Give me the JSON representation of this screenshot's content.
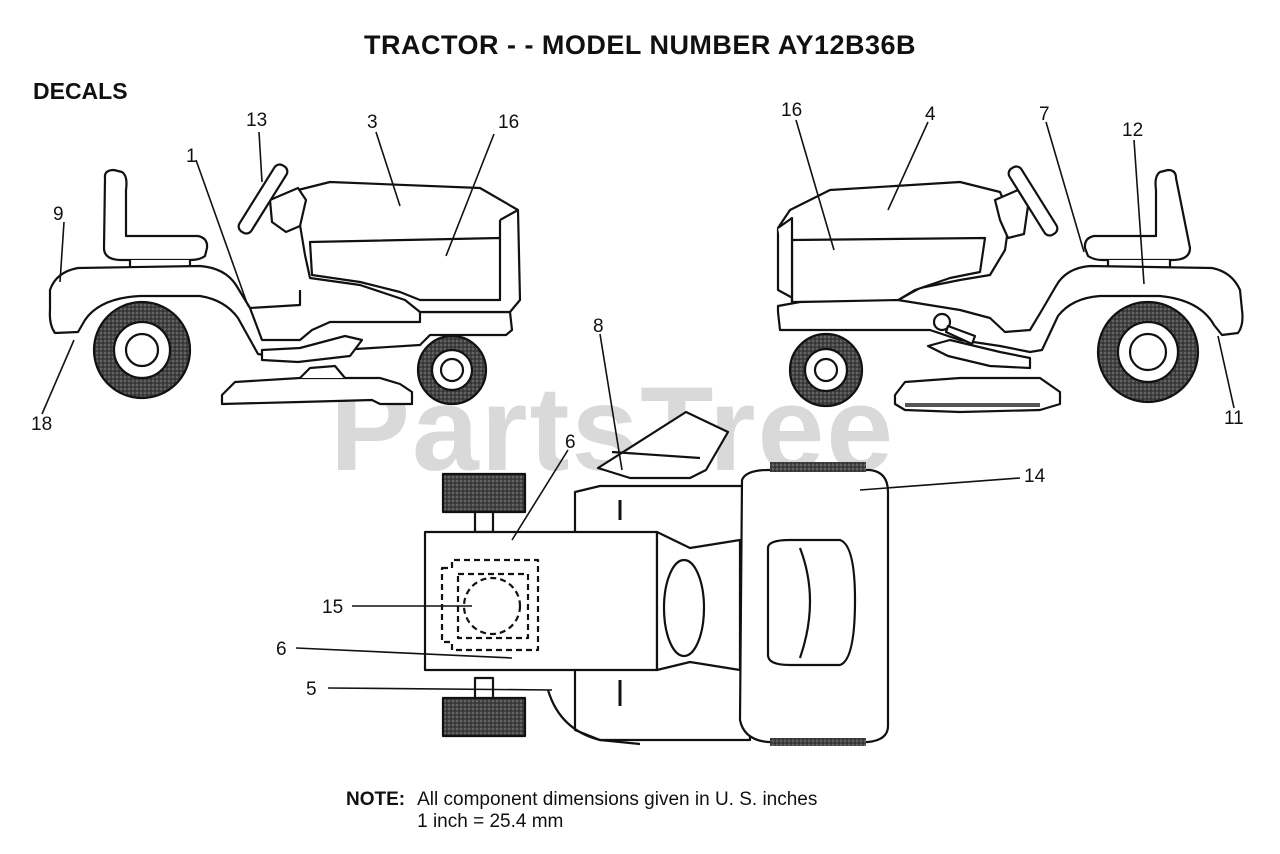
{
  "title": "TRACTOR - - MODEL NUMBER AY12B36B",
  "section": "DECALS",
  "watermark": "PartsTree",
  "callouts": {
    "c13": "13",
    "c3": "3",
    "c16a": "16",
    "c1": "1",
    "c9": "9",
    "c18": "18",
    "c16b": "16",
    "c4": "4",
    "c7": "7",
    "c12": "12",
    "c11": "11",
    "c8": "8",
    "c6a": "6",
    "c14": "14",
    "c15": "15",
    "c6b": "6",
    "c5": "5"
  },
  "note": {
    "label": "NOTE:",
    "line1": "All component dimensions given in U. S. inches",
    "line2": "1 inch = 25.4 mm"
  },
  "colors": {
    "ink": "#111111",
    "watermark": "#aaaaaa"
  }
}
